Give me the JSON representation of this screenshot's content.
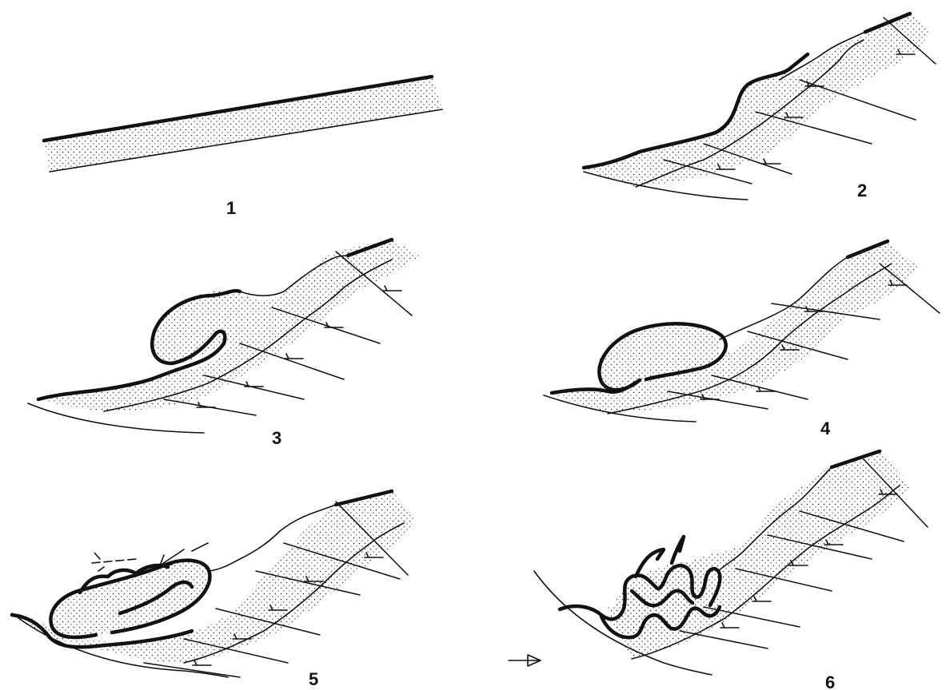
{
  "figure": {
    "panels": [
      {
        "label": "1"
      },
      {
        "label": "2"
      },
      {
        "label": "3"
      },
      {
        "label": "4"
      },
      {
        "label": "5"
      },
      {
        "label": "6"
      }
    ]
  }
}
